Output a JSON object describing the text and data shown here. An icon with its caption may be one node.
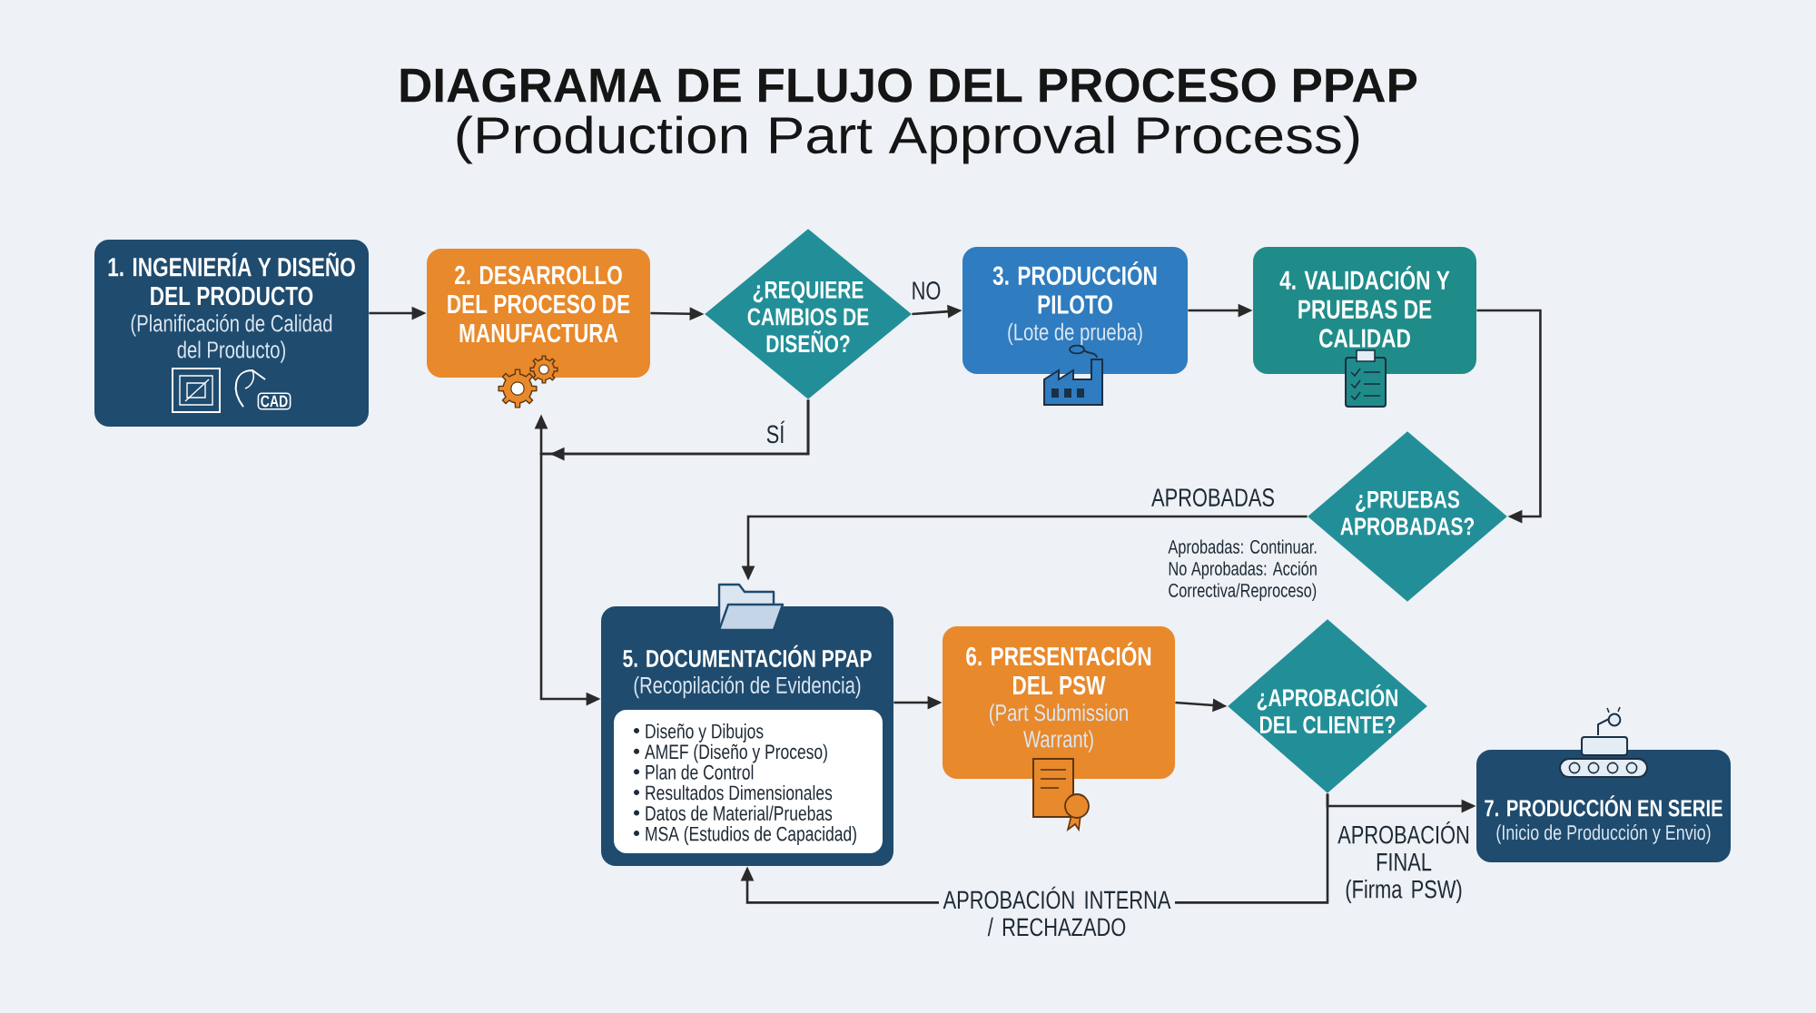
{
  "diagram": {
    "title": "DIAGRAMA DE FLUJO DEL PROCESO PPAP",
    "nodes": [
      {
        "text": [
          "1. INGENIERÍA Y DISEÑO DEL PRODUCTO",
          "(Planificación de Calidad del Producto)"
        ]
      },
      {
        "text": [
          "2. DESARROLLO DEL PROCESO DE MANUFACTURA"
        ]
      },
      {
        "text": [
          "¿REQUIERE CAMBIOS DE DISEÑO?"
        ]
      },
      {
        "text": [
          "3. PRODUCCIÓN PILOTO",
          "(Lote de prueba)"
        ]
      },
      {
        "text": [
          "4. VALIDACIÓN Y PRUEBAS DE CALIDAD"
        ]
      },
      {
        "text": [
          "¿PRUEBAS APROBADAS?"
        ],
        "beside": [
          "Aprobadas: Continuar. No Aprobadas: Acción Correctiva/Reproceso)"
        ]
      },
      {
        "text": [
          "5. DOCUMENTACIÓN PPAP",
          "(Recopilación de Evidencia)"
        ]
      },
      {
        "text": [
          "Diseño y Dibujos",
          "AMEF (Diseño y Proceso)",
          "Plan de Control",
          "Resultados Dimensionales",
          "Datos de Material/Pruebas",
          "MSA (Estudios de Capacidad)"
        ],
        "in": 6
      },
      {
        "text": [
          "6. PRESENTACIÓN DEL PSW",
          "(Part Submission Warrant)"
        ]
      },
      {
        "text": [
          "¿APROBACIÓN DEL CLIENTE?"
        ]
      },
      {
        "text": [
          "7. PRODUCCIÓN EN SERIE",
          "(Inicio de Producción y Envio)"
        ]
      }
    ],
    "edges": [
      {
        "from": 0,
        "to": 1,
        "arrow": "to"
      },
      {
        "from": 1,
        "to": 2,
        "arrow": "to"
      },
      {
        "from": 2,
        "to": 3,
        "arrow": "to",
        "label": "NO"
      },
      {
        "from": 3,
        "to": 4,
        "arrow": "to"
      },
      {
        "from": 4,
        "to": 5,
        "arrow": "to"
      },
      {
        "from": 2,
        "to": 1,
        "arrow": "to",
        "label": "SÍ"
      },
      {
        "from": 2,
        "to": 6,
        "arrow": "to"
      },
      {
        "from": 5,
        "to": 6,
        "arrow": "to",
        "label": "APROBADAS"
      },
      {
        "from": 6,
        "to": 8,
        "arrow": "to"
      },
      {
        "from": 8,
        "to": 9,
        "arrow": "to"
      },
      {
        "from": 9,
        "to": 10,
        "arrow": "to",
        "label": "APROBACIÓN FINAL (Firma PSW)"
      },
      {
        "from": 9,
        "to": 6,
        "arrow": "to",
        "label": "APROBACIÓN INTERNA / RECHAZADO"
      }
    ],
    "labels": [
      "(Production Part Approval Process)",
      "CAD"
    ]
  }
}
